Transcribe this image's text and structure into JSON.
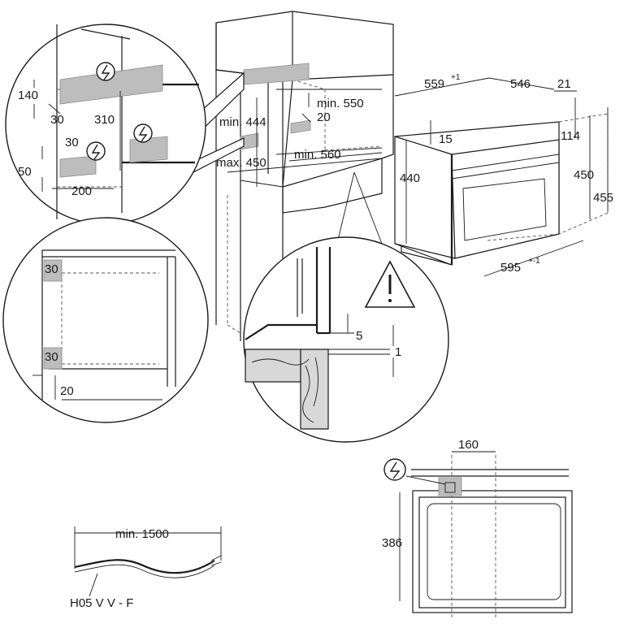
{
  "labels": {
    "niche_min_444": "min. 444",
    "niche_max_450": "max. 450",
    "niche_min_550": "min. 550",
    "niche_20": "20",
    "niche_min_560": "min. 560",
    "oven_559": "559",
    "oven_559_tol": "+1",
    "oven_546": "546",
    "oven_21": "21",
    "oven_15": "15",
    "oven_114": "114",
    "oven_440": "440",
    "oven_450": "450",
    "oven_455": "455",
    "oven_595": "595",
    "oven_595_tol": "+-1",
    "c1_140": "140",
    "c1_30a": "30",
    "c1_310": "310",
    "c1_30b": "30",
    "c1_50": "50",
    "c1_200": "200",
    "c2_30a": "30",
    "c2_30b": "30",
    "c2_20": "20",
    "c3_5": "5",
    "c3_1": "1",
    "front_160": "160",
    "front_386": "386",
    "cable_min_1500": "min. 1500",
    "cable_type": "H05 V V - F"
  },
  "icons": [
    "electric-warning-icon",
    "electric-warning-icon",
    "electric-warning-icon",
    "warning-triangle-icon"
  ]
}
